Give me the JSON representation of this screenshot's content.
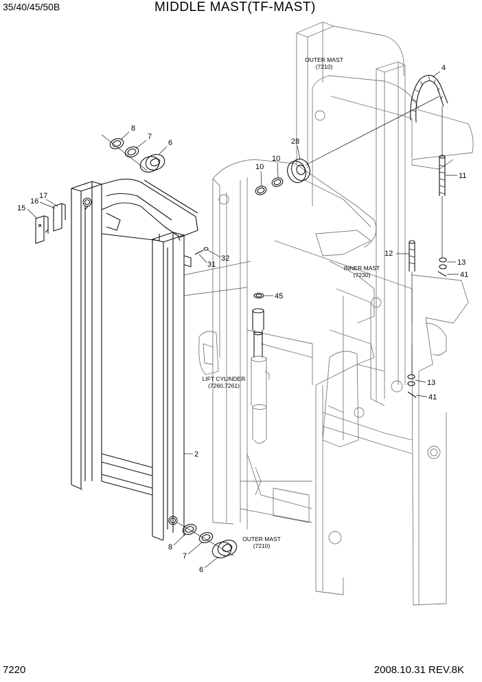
{
  "header": {
    "model": "35/40/45/50B",
    "title": "MIDDLE MAST(TF-MAST)"
  },
  "footer": {
    "page_number": "7220",
    "date_revision": "2008.10.31  REV.8K"
  },
  "assembly_labels": {
    "outer_mast_top": [
      "OUTER MAST",
      "(7210)"
    ],
    "inner_mast": [
      "INNER MAST",
      "(7230)"
    ],
    "lift_cylinder": [
      "LIFT CYLINDER",
      "(7260,7261)"
    ],
    "outer_mast_bottom": [
      "OUTER MAST",
      "(7210)"
    ]
  },
  "callouts": {
    "c8_top": "8",
    "c7_top": "7",
    "c6_top": "6",
    "c28": "28",
    "c10_a": "10",
    "c10_b": "10",
    "c4": "4",
    "c11": "11",
    "c17": "17",
    "c16": "16",
    "c15": "15",
    "c32": "32",
    "c31": "31",
    "c45": "45",
    "c12": "12",
    "c13_top": "13",
    "c41_top": "41",
    "c13_bot": "13",
    "c41_bot": "41",
    "c2": "2",
    "c8_bot": "8",
    "c7_bot": "7",
    "c6_bot": "6"
  }
}
